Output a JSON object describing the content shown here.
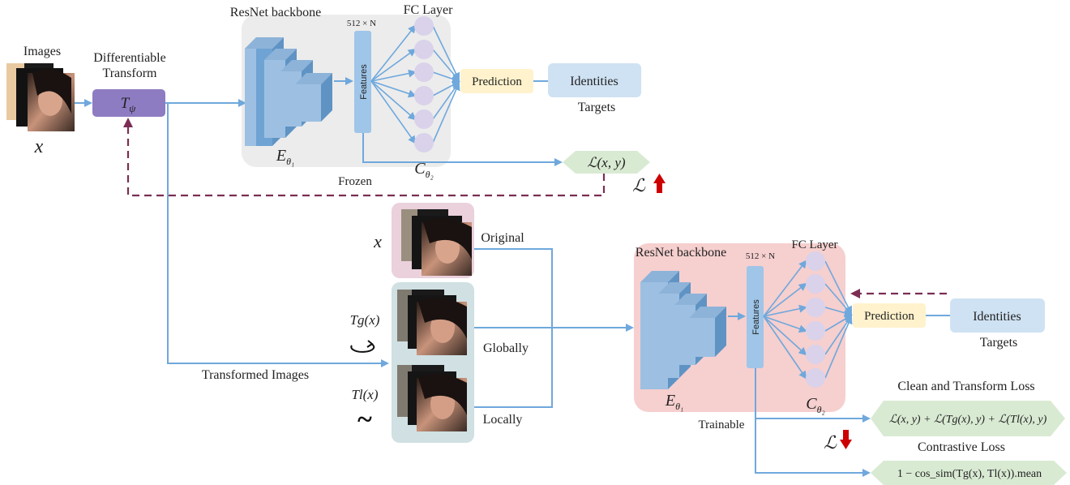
{
  "top": {
    "images_label": "Images",
    "x_label": "x",
    "diff_transform_line1": "Differentiable",
    "diff_transform_line2": "Transform",
    "t_psi_main": "T",
    "t_psi_sub": "ψ",
    "backbone_label": "ResNet backbone",
    "dim_label": "512 × N",
    "features_label": "Features",
    "fc_label": "FC Layer",
    "prediction_label": "Prediction",
    "identities_label": "Identities",
    "targets_label": "Targets",
    "e_main": "E",
    "e_sub": "θ₁",
    "c_main": "C",
    "c_sub": "θ₂",
    "frozen_label": "Frozen",
    "loss_label": "ℒ(x, y)",
    "loss_up_symbol": "ℒ"
  },
  "middle": {
    "x_label": "x",
    "original_label": "Original",
    "tg_label": "Tg(x)",
    "globally_label": "Globally",
    "transformed_label": "Transformed Images",
    "tl_label": "Tl(x)",
    "tilde_symbol": "~",
    "locally_label": "Locally"
  },
  "bottom": {
    "backbone_label": "ResNet backbone",
    "dim_label": "512 × N",
    "features_label": "Features",
    "fc_label": "FC Layer",
    "prediction_label": "Prediction",
    "identities_label": "Identities",
    "targets_label": "Targets",
    "e_main": "E",
    "e_sub": "θ₁",
    "c_main": "C",
    "c_sub": "θ₂",
    "trainable_label": "Trainable",
    "clean_loss_title": "Clean and Transform Loss",
    "clean_loss_formula": "ℒ(x, y) + ℒ(Tg(x), y) + ℒ(Tl(x), y)",
    "contrastive_title": "Contrastive Loss",
    "contrastive_formula": "1 − cos_sim(Tg(x), Tl(x)).mean",
    "loss_down_symbol": "ℒ"
  },
  "colors": {
    "arrow_blue": "#6fa8dc",
    "dashed_maroon": "#7b2d52",
    "frozen_bg": "#ececec",
    "trainable_bg": "#f6cfcf",
    "transform_purple": "#8e7cc3",
    "feature_blue": "#9fc5e8",
    "node_lavender": "#d9d2ea",
    "prediction_yellow": "#fff2cc",
    "identities_blue": "#cfe2f3",
    "loss_green": "#d9ead3",
    "original_pink": "#ead1dc",
    "transformed_teal": "#d0e0e3",
    "up_red": "#cc0000"
  }
}
